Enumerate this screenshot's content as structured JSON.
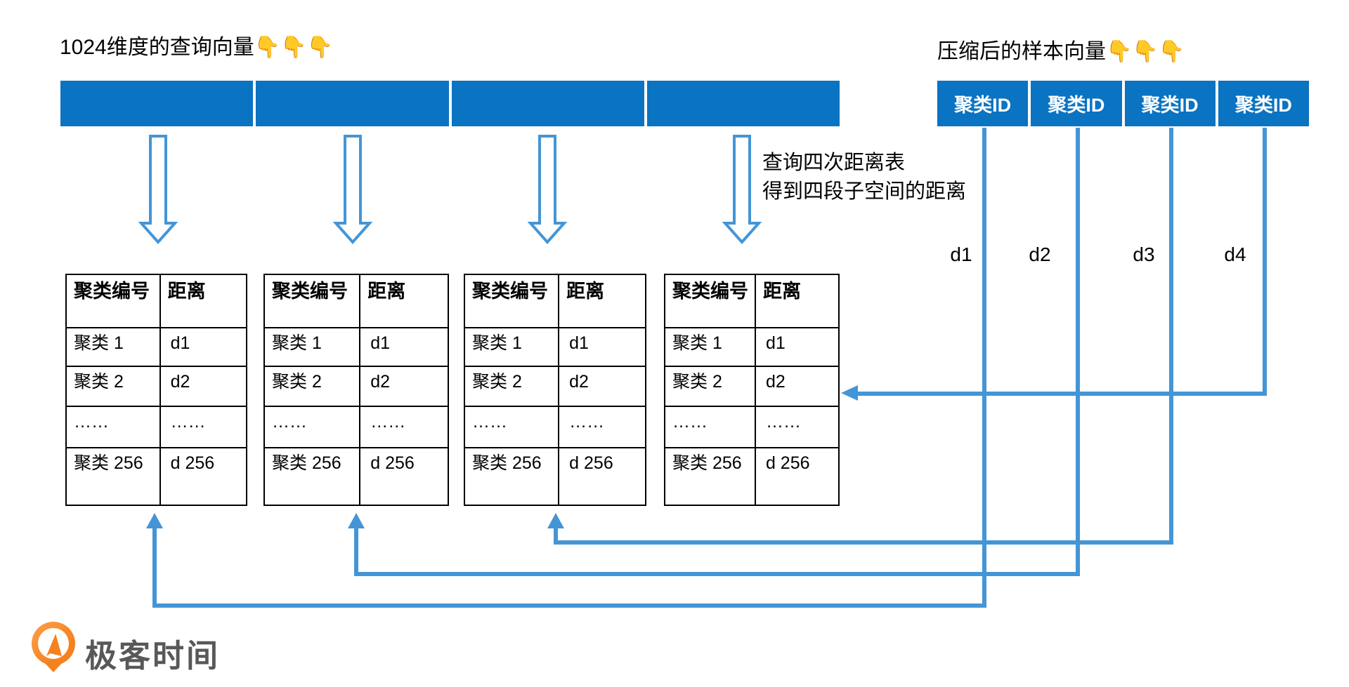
{
  "colors": {
    "primary-blue": "#0a73c2",
    "accent-blue": "#4495d6",
    "line-black": "#000000",
    "logo-orange": "#f58220",
    "logo-orange-light": "#fba04c",
    "logo-text-gray": "#595757"
  },
  "left_section": {
    "title": "1024维度的查询向量👇👇👇"
  },
  "right_section": {
    "title": "压缩后的样本向量👇👇👇",
    "cells": [
      "聚类ID",
      "聚类ID",
      "聚类ID",
      "聚类ID"
    ],
    "distance_labels": [
      "d1",
      "d2",
      "d3",
      "d4"
    ]
  },
  "annotation": {
    "line1": "查询四次距离表",
    "line2": "得到四段子空间的距离"
  },
  "distance_table": {
    "headers": [
      "聚类编号",
      "距离"
    ],
    "rows": [
      [
        "聚类 1",
        "d1"
      ],
      [
        "聚类 2",
        "d2"
      ],
      [
        "……",
        "……"
      ],
      [
        "聚类 256",
        "d 256"
      ]
    ]
  },
  "logo": {
    "text": "极客时间"
  }
}
